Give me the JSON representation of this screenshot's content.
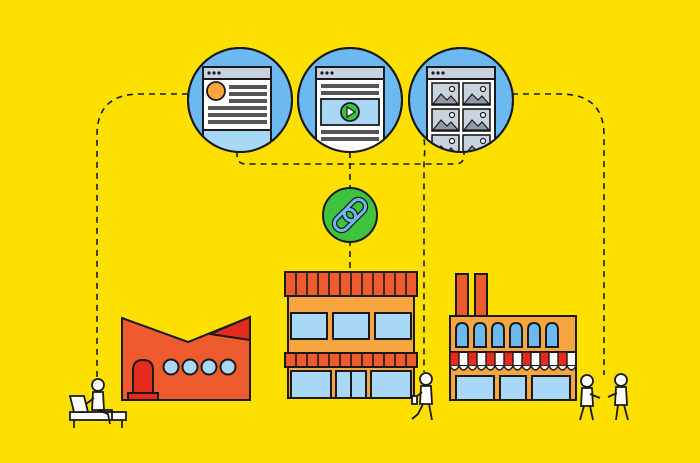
{
  "scene": {
    "background": "#FDE000",
    "palette": {
      "outline": "#1A1A1A",
      "sky_blue": "#6CB8F0",
      "light_blue": "#A9D8F6",
      "orange": "#F08D3B",
      "red_orange": "#EE5B2F",
      "red": "#E52B1E",
      "green": "#3FC33F",
      "card": "#C9D3DE",
      "white": "#FFFFFF"
    },
    "icons": [
      "article-page-icon",
      "video-page-icon",
      "gallery-page-icon",
      "link-chain-icon"
    ],
    "buildings": [
      "warehouse-building",
      "shop-building",
      "factory-building"
    ],
    "people": [
      "seated-person-with-laptop",
      "walking-person-with-phone",
      "two-people-talking"
    ]
  }
}
